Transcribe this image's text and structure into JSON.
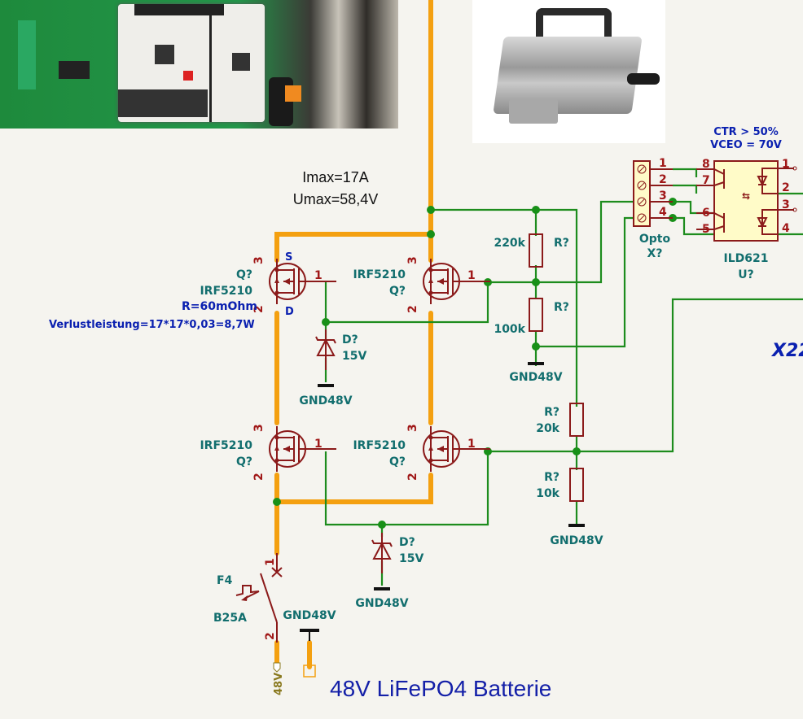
{
  "photos": {
    "board_photo": {
      "description": "PCB with STM32 Nucleo board"
    },
    "charger_photo": {
      "description": "Battery charger with Anderson connector"
    }
  },
  "annotations": {
    "imax": "Imax=17A",
    "umax": "Umax=58,4V",
    "power_loss": "Verlustleistung=17*17*0,03=8,7W",
    "battery_title": "48V LiFePO4 Batterie",
    "x22": "X22",
    "ctr": "CTR > 50%",
    "vceo": "VCEO = 70V"
  },
  "mosfets": [
    {
      "ref": "Q?",
      "value": "IRF5210",
      "extra": "R=60mOhm",
      "source_label": "S",
      "drain_label": "D",
      "pins": [
        "1",
        "2",
        "3"
      ]
    },
    {
      "ref": "Q?",
      "value": "IRF5210",
      "pins": [
        "1",
        "2",
        "3"
      ]
    },
    {
      "ref": "Q?",
      "value": "IRF5210",
      "pins": [
        "1",
        "2",
        "3"
      ]
    },
    {
      "ref": "Q?",
      "value": "IRF5210",
      "pins": [
        "1",
        "2",
        "3"
      ]
    }
  ],
  "diodes": [
    {
      "ref": "D?",
      "value": "15V"
    },
    {
      "ref": "D?",
      "value": "15V"
    }
  ],
  "resistors": [
    {
      "ref": "R?",
      "value": "220k"
    },
    {
      "ref": "R?",
      "value": "100k"
    },
    {
      "ref": "R?",
      "value": "20k"
    },
    {
      "ref": "R?",
      "value": "10k"
    }
  ],
  "grounds": [
    "GND48V",
    "GND48V",
    "GND48V",
    "GND48V",
    "GND48V"
  ],
  "connector": {
    "ref": "X?",
    "value": "Opto",
    "pins": [
      "1",
      "2",
      "3",
      "4"
    ]
  },
  "optocoupler": {
    "ref": "U?",
    "value": "ILD621",
    "left_pins": [
      "8",
      "7",
      "6",
      "5"
    ],
    "right_pins": [
      "1",
      "2",
      "3",
      "4"
    ]
  },
  "fuse": {
    "ref": "F4",
    "value": "B25A",
    "pins": [
      "1",
      "2"
    ]
  },
  "battery_label": "48V"
}
